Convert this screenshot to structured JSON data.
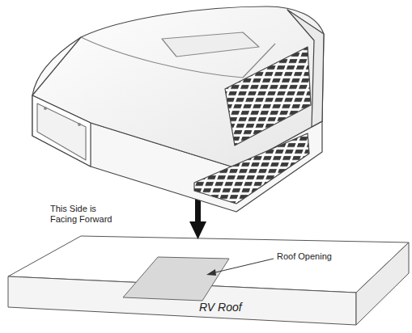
{
  "diagram": {
    "labels": [
      "This Side is Facing Forward",
      "Roof Opening",
      "RV Roof"
    ]
  }
}
